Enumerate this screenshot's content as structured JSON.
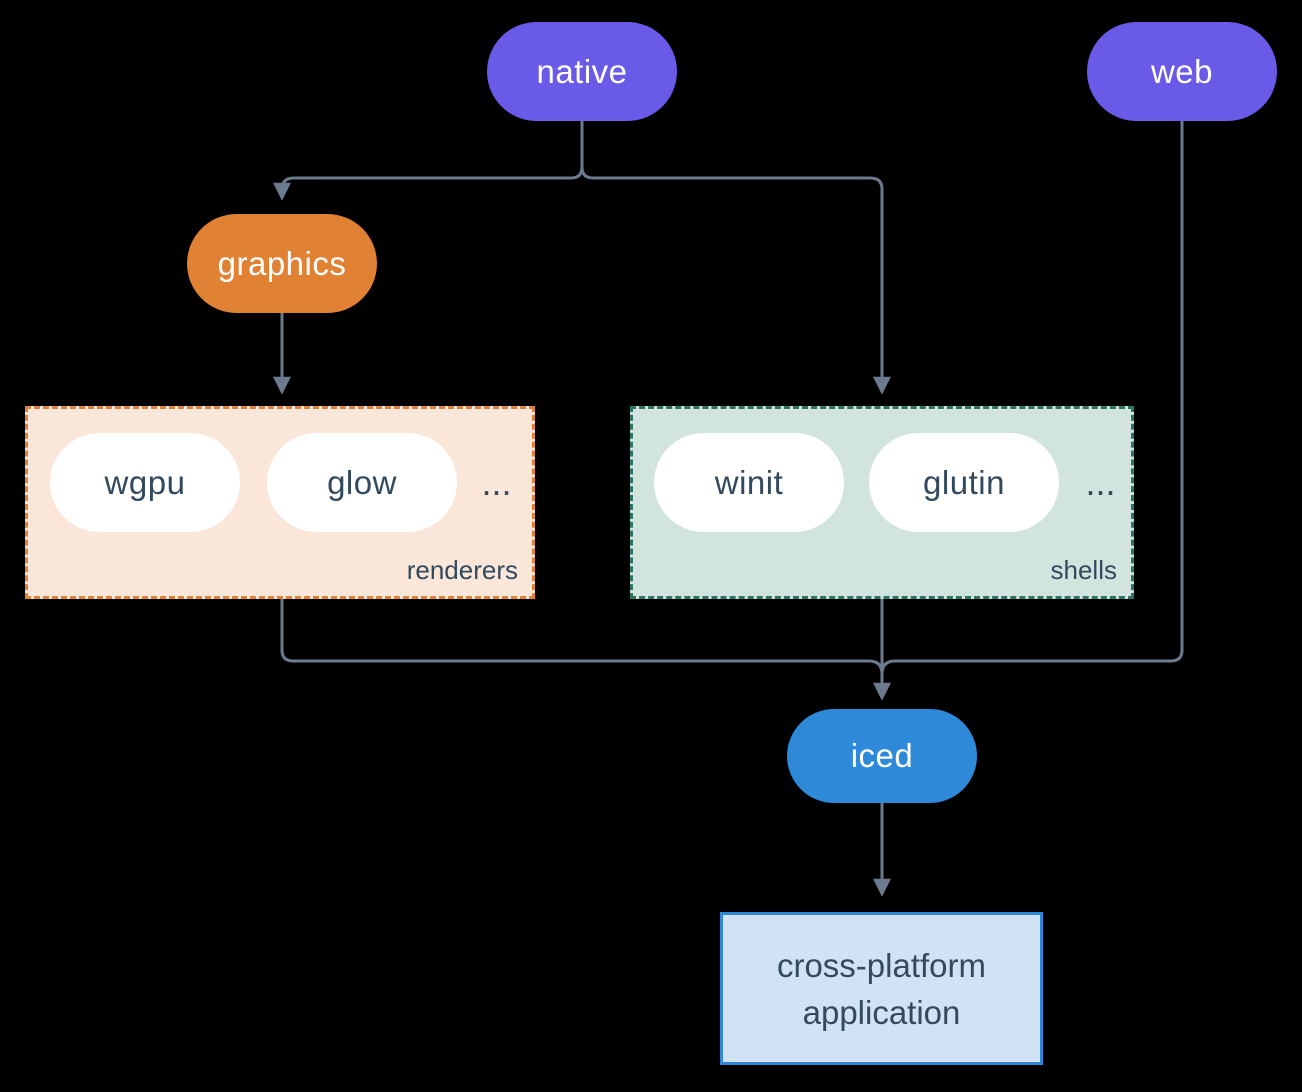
{
  "nodes": {
    "native": {
      "label": "native",
      "color": "#6A5AE8",
      "text_color": "#FFFFFF"
    },
    "web": {
      "label": "web",
      "color": "#6A5AE8",
      "text_color": "#FFFFFF"
    },
    "graphics": {
      "label": "graphics",
      "color": "#E08134",
      "text_color": "#FFFFFF"
    },
    "iced": {
      "label": "iced",
      "color": "#2E89D8",
      "text_color": "#FFFFFF"
    }
  },
  "groups": [
    {
      "label": "renderers",
      "items": [
        "wgpu",
        "glow"
      ],
      "more": "...",
      "bg": "#FAE7D9",
      "border": "#E0813C"
    },
    {
      "label": "shells",
      "items": [
        "winit",
        "glutin"
      ],
      "more": "...",
      "bg": "#D2E4DE",
      "border": "#2B7467"
    }
  ],
  "app_box": {
    "line1": "cross-platform",
    "line2": "application",
    "bg": "#D2E2F5",
    "border": "#2E86D8",
    "text_color": "#334A5E"
  },
  "style": {
    "background": "#000000",
    "connector_color": "#6B7A8D",
    "item_pill_bg": "#FFFFFF",
    "item_text_color": "#334A5E"
  }
}
